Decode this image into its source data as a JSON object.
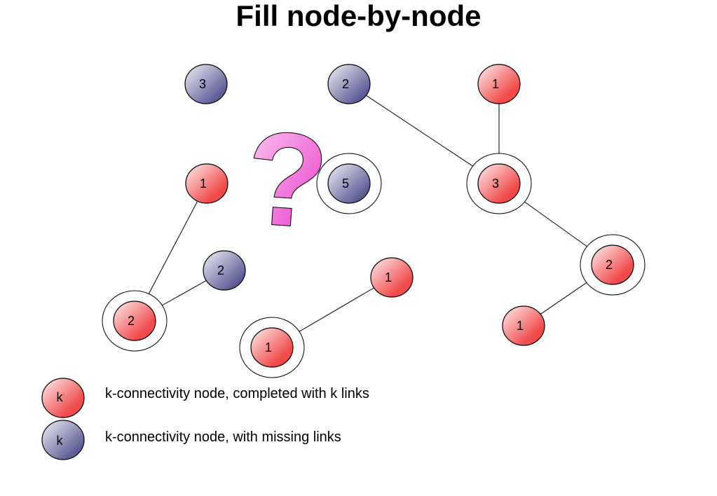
{
  "title": "Fill node-by-node",
  "colors": {
    "complete_fill_light": "#fff0f0",
    "complete_fill_dark": "#f04a4a",
    "missing_fill_light": "#f2f2fa",
    "missing_fill_dark": "#5d5d96",
    "question_mark_light": "#ffd0f4",
    "question_mark_dark": "#e62ec6",
    "stroke": "#000000"
  },
  "nodes": {
    "n_top_left_3": {
      "label": "3",
      "status": "missing",
      "ringed": false
    },
    "n_top_mid_2": {
      "label": "2",
      "status": "missing",
      "ringed": false
    },
    "n_top_right_1": {
      "label": "1",
      "status": "complete",
      "ringed": false
    },
    "n_left_1": {
      "label": "1",
      "status": "complete",
      "ringed": false
    },
    "n_center_5": {
      "label": "5",
      "status": "missing",
      "ringed": true
    },
    "n_right_3": {
      "label": "3",
      "status": "complete",
      "ringed": true
    },
    "n_left_2_blue": {
      "label": "2",
      "status": "missing",
      "ringed": false
    },
    "n_left_2_red": {
      "label": "2",
      "status": "complete",
      "ringed": true
    },
    "n_center_1_top": {
      "label": "1",
      "status": "complete",
      "ringed": false
    },
    "n_center_1_bottom": {
      "label": "1",
      "status": "complete",
      "ringed": true
    },
    "n_far_right_2": {
      "label": "2",
      "status": "complete",
      "ringed": true
    },
    "n_far_right_1": {
      "label": "1",
      "status": "complete",
      "ringed": false
    }
  },
  "edges": [
    [
      "n_top_mid_2",
      "n_right_3"
    ],
    [
      "n_top_right_1",
      "n_right_3"
    ],
    [
      "n_right_3",
      "n_far_right_2"
    ],
    [
      "n_far_right_2",
      "n_far_right_1"
    ],
    [
      "n_left_1",
      "n_left_2_red"
    ],
    [
      "n_left_2_blue",
      "n_left_2_red"
    ],
    [
      "n_center_1_top",
      "n_center_1_bottom"
    ]
  ],
  "question_mark": "?",
  "legend": [
    {
      "symbol": "k",
      "status": "complete",
      "text": "k-connectivity node, completed with k links"
    },
    {
      "symbol": "k",
      "status": "missing",
      "text": "k-connectivity node, with missing links"
    }
  ]
}
